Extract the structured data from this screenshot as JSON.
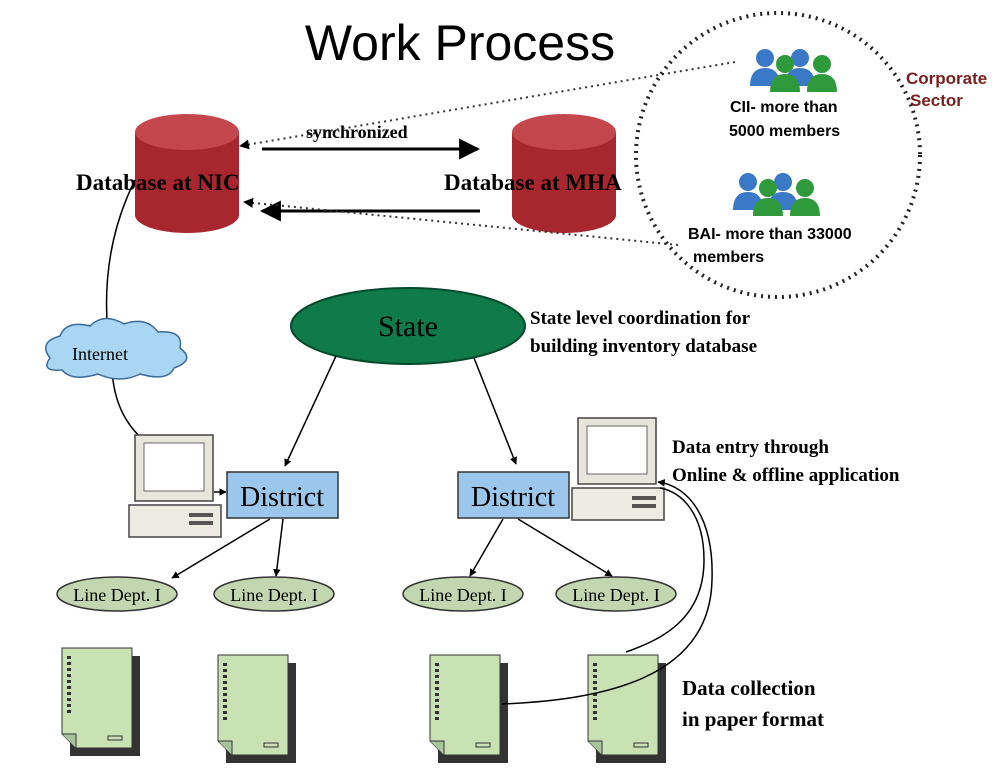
{
  "title": "Work Process",
  "labels": {
    "synchronized": "synchronized",
    "db_nic": "Database at NIC",
    "db_mha": "Database at MHA",
    "internet": "Internet",
    "state": "State",
    "state_note_1": "State level coordination for",
    "state_note_2": "building inventory database",
    "district_left": "District",
    "district_right": "District",
    "data_entry_1": "Data entry through",
    "data_entry_2": "Online & offline application",
    "line_dept": [
      "Line Dept. I",
      "Line Dept. I",
      "Line Dept. I",
      "Line Dept. I"
    ],
    "data_collection_1": "Data collection",
    "data_collection_2": "in paper format",
    "corporate_1": "Corporate",
    "corporate_2": "Sector",
    "cii_1": "CII- more than",
    "cii_2": "5000 members",
    "bai_1": "BAI- more than 33000",
    "bai_2": "members"
  },
  "colors": {
    "database": "#a8262e",
    "database_top": "#c4474e",
    "state_fill": "#0f7a4a",
    "district_fill": "#9cc7ec",
    "line_dept_fill": "#c2d6b0",
    "paper_fill": "#c8e2b4",
    "cloud_fill": "#a9d6f2",
    "corporate_text": "#7a1e1e"
  }
}
